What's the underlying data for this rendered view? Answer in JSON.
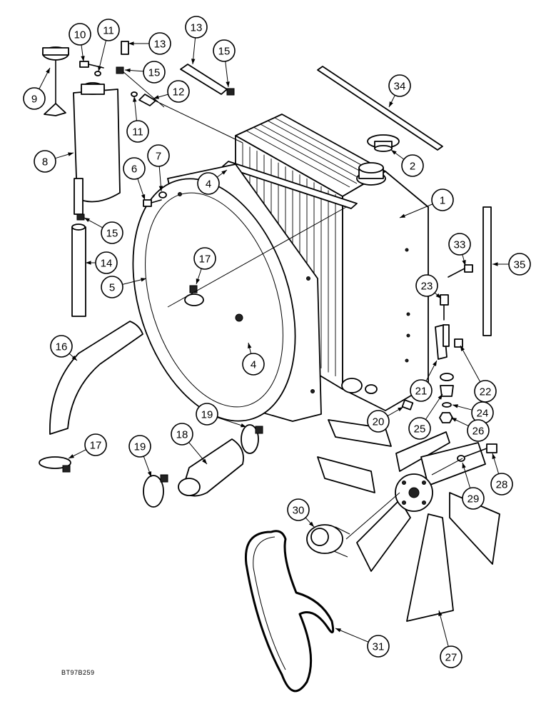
{
  "diagram": {
    "drawing_code": "BT97B259",
    "callouts": [
      {
        "id": "c1",
        "number": "1"
      },
      {
        "id": "c2",
        "number": "2"
      },
      {
        "id": "c4a",
        "number": "4"
      },
      {
        "id": "c4b",
        "number": "4"
      },
      {
        "id": "c5",
        "number": "5"
      },
      {
        "id": "c6",
        "number": "6"
      },
      {
        "id": "c7",
        "number": "7"
      },
      {
        "id": "c8",
        "number": "8"
      },
      {
        "id": "c9",
        "number": "9"
      },
      {
        "id": "c10",
        "number": "10"
      },
      {
        "id": "c11a",
        "number": "11"
      },
      {
        "id": "c11b",
        "number": "11"
      },
      {
        "id": "c12",
        "number": "12"
      },
      {
        "id": "c13a",
        "number": "13"
      },
      {
        "id": "c13b",
        "number": "13"
      },
      {
        "id": "c14",
        "number": "14"
      },
      {
        "id": "c15a",
        "number": "15"
      },
      {
        "id": "c15b",
        "number": "15"
      },
      {
        "id": "c15c",
        "number": "15"
      },
      {
        "id": "c16",
        "number": "16"
      },
      {
        "id": "c17a",
        "number": "17"
      },
      {
        "id": "c17b",
        "number": "17"
      },
      {
        "id": "c18",
        "number": "18"
      },
      {
        "id": "c19a",
        "number": "19"
      },
      {
        "id": "c19b",
        "number": "19"
      },
      {
        "id": "c20",
        "number": "20"
      },
      {
        "id": "c21",
        "number": "21"
      },
      {
        "id": "c22",
        "number": "22"
      },
      {
        "id": "c23",
        "number": "23"
      },
      {
        "id": "c24",
        "number": "24"
      },
      {
        "id": "c25",
        "number": "25"
      },
      {
        "id": "c26",
        "number": "26"
      },
      {
        "id": "c27",
        "number": "27"
      },
      {
        "id": "c28",
        "number": "28"
      },
      {
        "id": "c29",
        "number": "29"
      },
      {
        "id": "c30",
        "number": "30"
      },
      {
        "id": "c31",
        "number": "31"
      },
      {
        "id": "c33",
        "number": "33"
      },
      {
        "id": "c34",
        "number": "34"
      },
      {
        "id": "c35",
        "number": "35"
      }
    ]
  }
}
